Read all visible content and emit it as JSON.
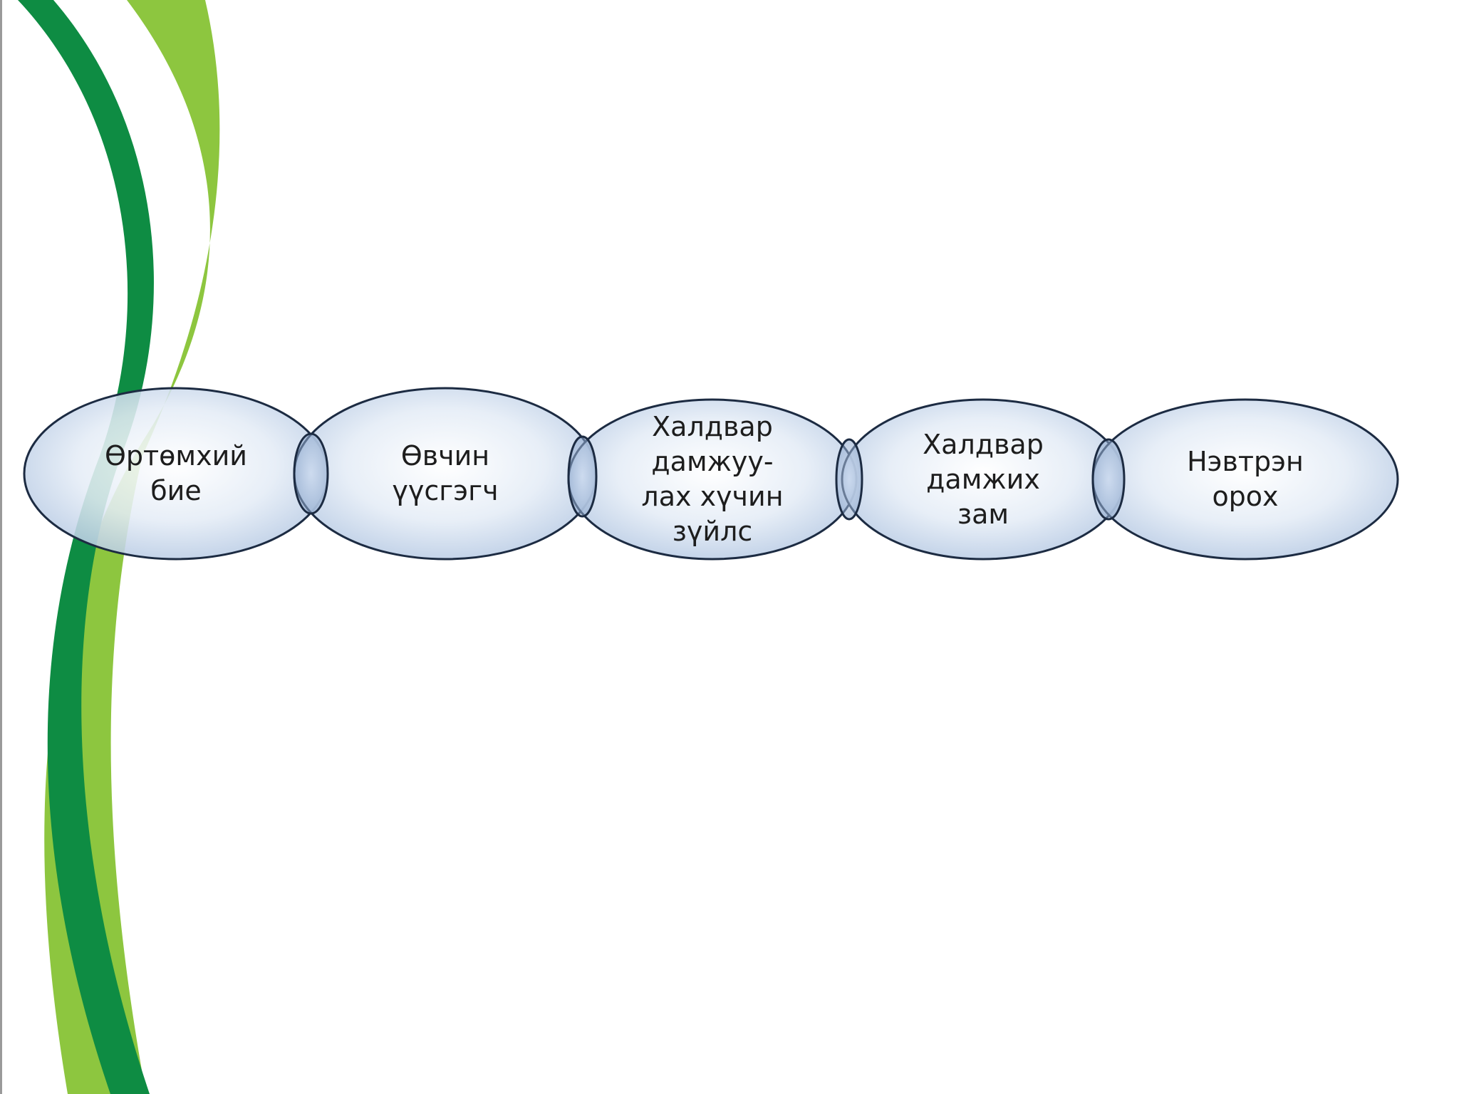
{
  "diagram": {
    "type": "ellipse-chain",
    "nodes": [
      {
        "label": "Өртөмхий\nбие"
      },
      {
        "label": "Өвчин\nүүсгэгч"
      },
      {
        "label": "Халдвар\nдамжуу-\nлах хүчин\nзүйлс"
      },
      {
        "label": "Халдвар\nдамжих\nзам"
      },
      {
        "label": "Нэвтрэн\nорох"
      }
    ]
  },
  "colors": {
    "dark_green": "#0e8c43",
    "light_green": "#8dc63f",
    "ellipse_fill_center": "#ffffff",
    "ellipse_fill_edge": "#b3c7e2",
    "ellipse_stroke": "#1c2b42"
  }
}
